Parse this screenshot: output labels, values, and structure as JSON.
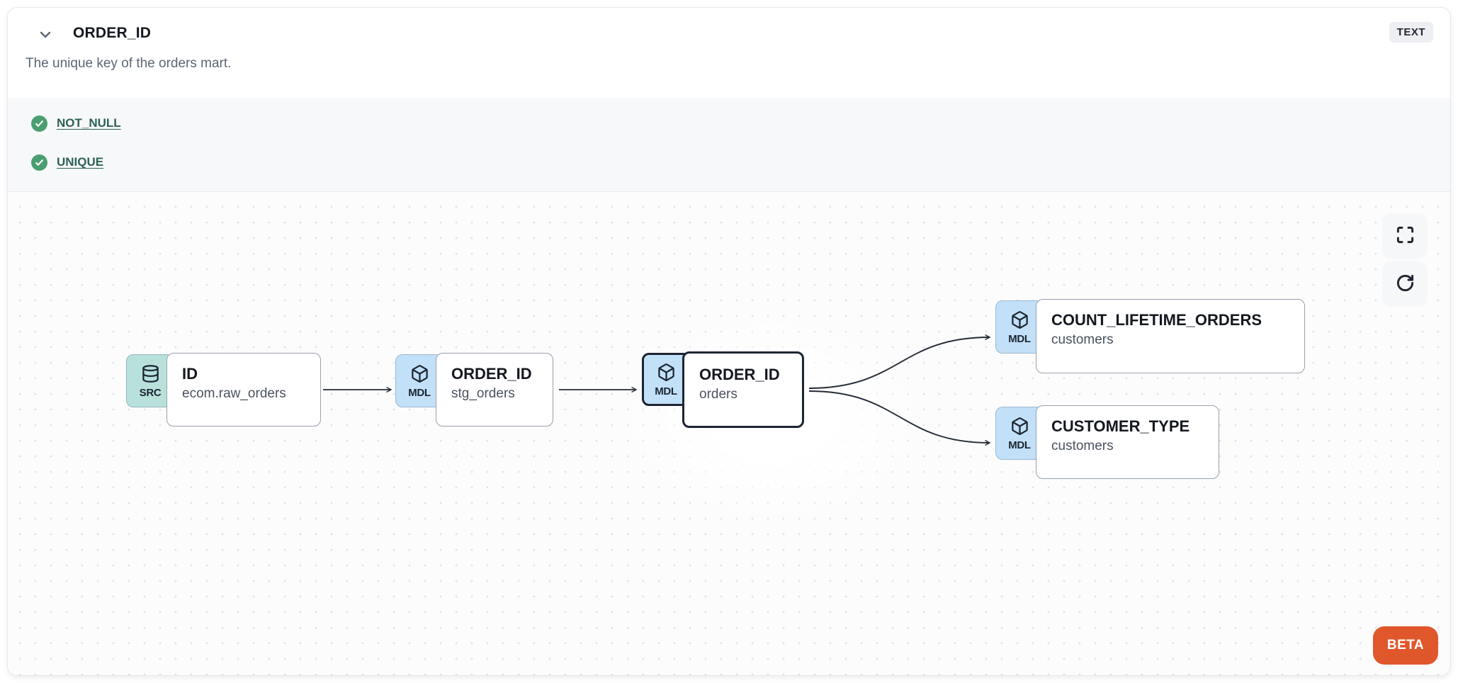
{
  "header": {
    "title": "ORDER_ID",
    "type_badge": "TEXT",
    "description": "The unique key of the orders mart."
  },
  "tests": [
    {
      "label": "NOT_NULL",
      "status": "pass",
      "status_icon": "check-circle-icon"
    },
    {
      "label": "UNIQUE",
      "status": "pass",
      "status_icon": "check-circle-icon"
    }
  ],
  "lineage": {
    "nodes": [
      {
        "kind": "SRC",
        "icon": "database-icon",
        "title": "ID",
        "subtitle": "ecom.raw_orders",
        "selected": false
      },
      {
        "kind": "MDL",
        "icon": "box-icon",
        "title": "ORDER_ID",
        "subtitle": "stg_orders",
        "selected": false
      },
      {
        "kind": "MDL",
        "icon": "box-icon",
        "title": "ORDER_ID",
        "subtitle": "orders",
        "selected": true
      },
      {
        "kind": "MDL",
        "icon": "box-icon",
        "title": "COUNT_LIFETIME_ORDERS",
        "subtitle": "customers",
        "selected": false
      },
      {
        "kind": "MDL",
        "icon": "box-icon",
        "title": "CUSTOMER_TYPE",
        "subtitle": "customers",
        "selected": false
      }
    ],
    "edges": [
      {
        "from": "ID / ecom.raw_orders",
        "to": "ORDER_ID / stg_orders"
      },
      {
        "from": "ORDER_ID / stg_orders",
        "to": "ORDER_ID / orders"
      },
      {
        "from": "ORDER_ID / orders",
        "to": "COUNT_LIFETIME_ORDERS / customers"
      },
      {
        "from": "ORDER_ID / orders",
        "to": "CUSTOMER_TYPE / customers"
      }
    ]
  },
  "canvas_controls": {
    "fullscreen": "maximize-icon",
    "refresh": "rotate-cw-icon"
  },
  "beta_label": "BETA",
  "colors": {
    "test_pass_green": "#4b9e71",
    "test_link_teal": "#2d6157",
    "chip_src_teal": "#b8e1dc",
    "chip_mdl_blue": "#c2e1f9",
    "selected_border": "#1d2531",
    "beta_orange": "#e0572b",
    "edge": "#242b36"
  }
}
